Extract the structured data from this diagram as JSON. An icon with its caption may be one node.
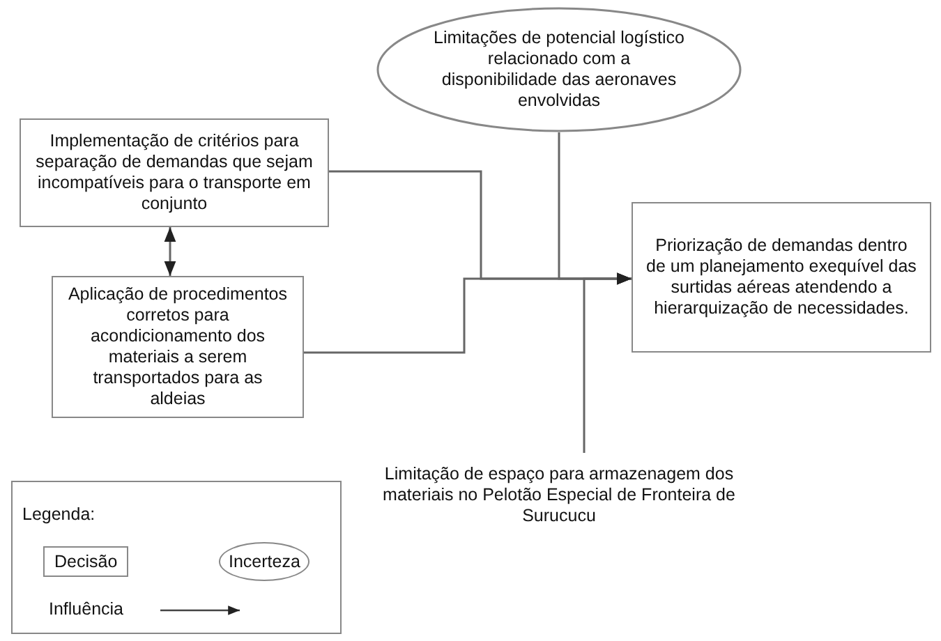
{
  "diagram": {
    "nodes": [
      {
        "text": [
          "Limitações de potencial logístico relacionado com a disponibilidade das aeronaves envolvidas"
        ]
      },
      {
        "text": [
          "Implementação de critérios para separação de demandas que sejam incompatíveis para o transporte em conjunto"
        ]
      },
      {
        "text": [
          "Aplicação de procedimentos corretos para acondicionamento dos materiais a serem transportados para as aldeias"
        ]
      },
      {
        "text": [
          "Priorização de demandas dentro de um planejamento exequível das surtidas aéreas atendendo a hierarquização de necessidades."
        ]
      },
      {
        "text": [
          "Limitação de espaço para armazenagem dos materiais no Pelotão Especial de Fronteira de Surucucu"
        ]
      }
    ],
    "edges": [
      {
        "from": 1,
        "to": 3,
        "arrow": "to"
      },
      {
        "from": 2,
        "to": 3,
        "arrow": "to"
      },
      {
        "from": 0,
        "to": 3,
        "arrow": "to"
      },
      {
        "from": 4,
        "to": 3,
        "arrow": "to"
      },
      {
        "from": 1,
        "to": 2,
        "arrow": "both"
      }
    ],
    "labels": [
      "Legenda:"
    ],
    "legend": [
      {
        "text": "Decisão"
      },
      {
        "text": "Incerteza"
      },
      {
        "text": "Influência"
      }
    ]
  }
}
